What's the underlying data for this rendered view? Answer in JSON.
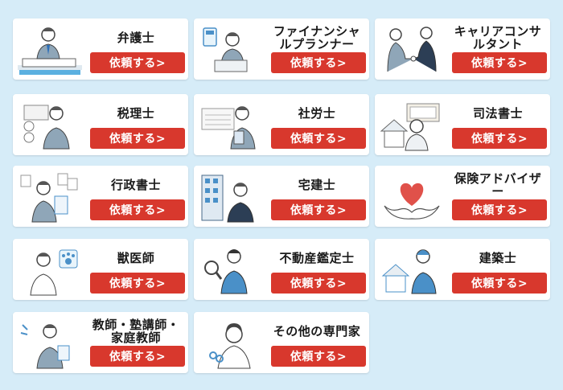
{
  "colors": {
    "page_bg": "#d6ecf8",
    "card_bg": "#ffffff",
    "button_bg": "#d8382d",
    "button_text": "#ffffff"
  },
  "cards": [
    {
      "title": "弁護士",
      "button": "依頼する>",
      "illustration": "lawyer-illustration"
    },
    {
      "title": "ファイナンシャルプランナー",
      "button": "依頼する>",
      "illustration": "financial-planner-illustration"
    },
    {
      "title": "キャリアコンサルタント",
      "button": "依頼する>",
      "illustration": "career-consultant-illustration"
    },
    {
      "title": "税理士",
      "button": "依頼する>",
      "illustration": "tax-accountant-illustration"
    },
    {
      "title": "社労士",
      "button": "依頼する>",
      "illustration": "labor-consultant-illustration"
    },
    {
      "title": "司法書士",
      "button": "依頼する>",
      "illustration": "judicial-scrivener-illustration"
    },
    {
      "title": "行政書士",
      "button": "依頼する>",
      "illustration": "administrative-scrivener-illustration"
    },
    {
      "title": "宅建士",
      "button": "依頼する>",
      "illustration": "real-estate-agent-illustration"
    },
    {
      "title": "保険アドバイザー",
      "button": "依頼する>",
      "illustration": "insurance-advisor-illustration"
    },
    {
      "title": "獣医師",
      "button": "依頼する>",
      "illustration": "veterinarian-illustration"
    },
    {
      "title": "不動産鑑定士",
      "button": "依頼する>",
      "illustration": "real-estate-appraiser-illustration"
    },
    {
      "title": "建築士",
      "button": "依頼する>",
      "illustration": "architect-illustration"
    },
    {
      "title": "教師・塾講師・家庭教師",
      "button": "依頼する>",
      "illustration": "teacher-illustration"
    },
    {
      "title": "その他の専門家",
      "button": "依頼する>",
      "illustration": "other-expert-illustration"
    }
  ]
}
